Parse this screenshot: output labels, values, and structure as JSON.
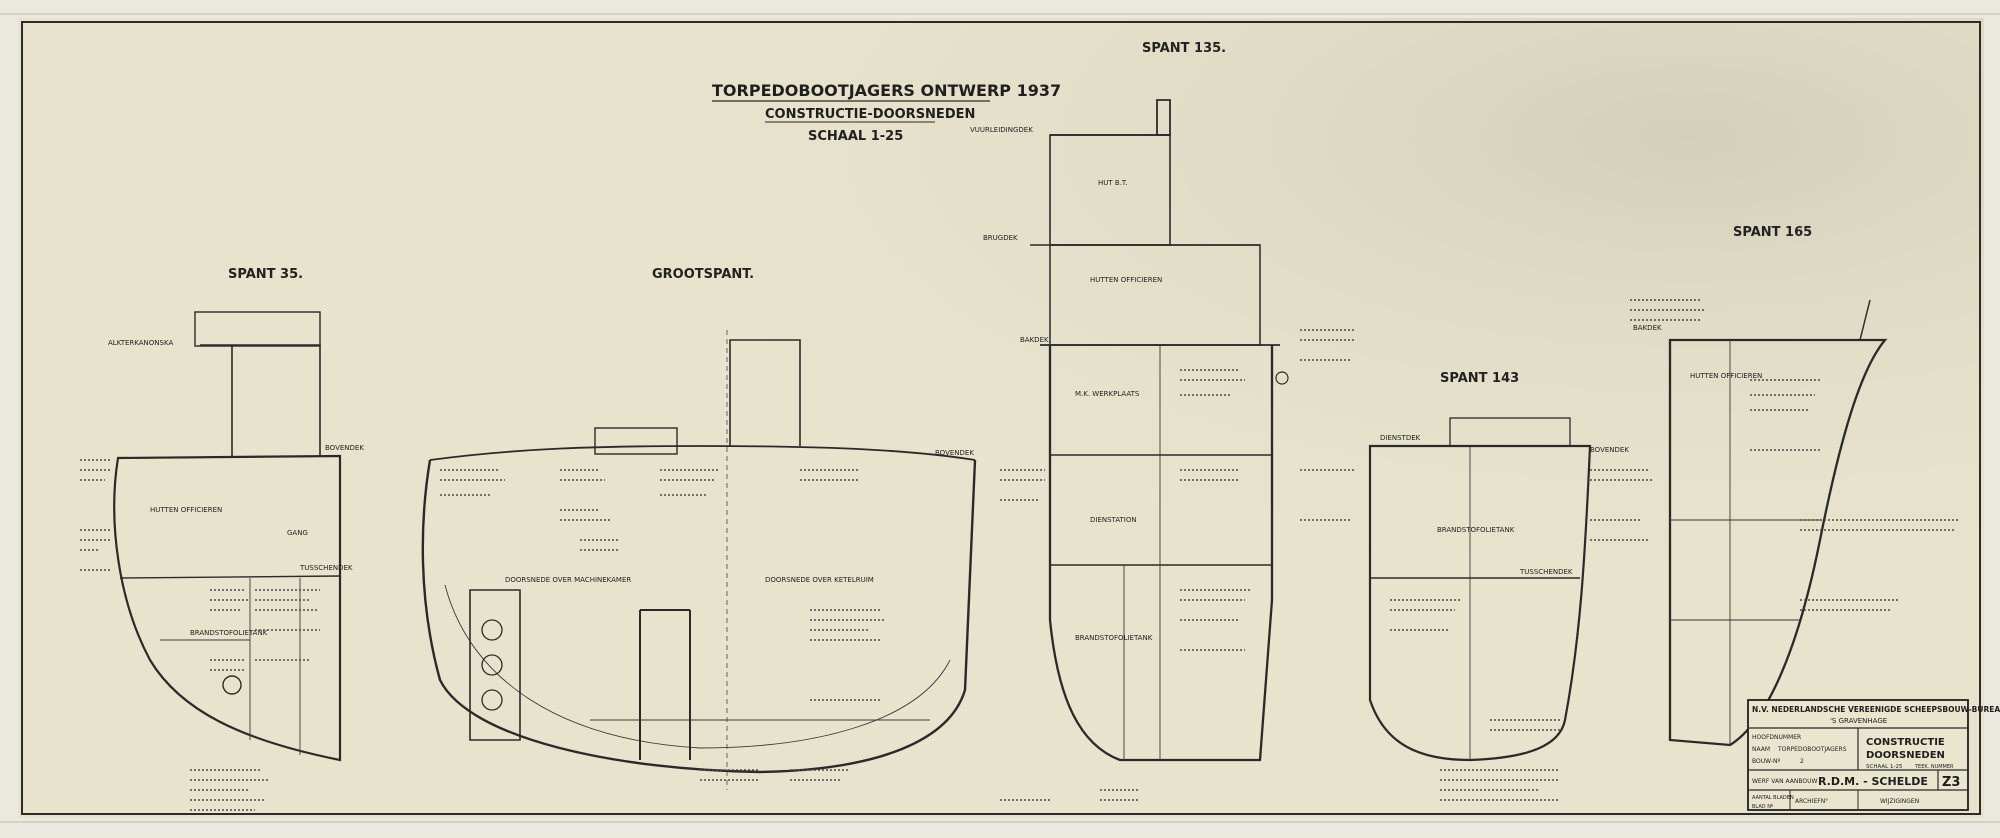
{
  "drawing": {
    "title": "TORPEDOBOOTJAGERS ONTWERP 1937",
    "subtitle": "CONSTRUCTIE-DOORSNEDEN",
    "scale": "SCHAAL 1-25"
  },
  "sections": {
    "spant35": "SPANT 35.",
    "grootspant": "GROOTSPANT.",
    "spant135": "SPANT 135.",
    "spant143": "SPANT 143",
    "spant165": "SPANT 165"
  },
  "compartments": {
    "hut_bt": "HUT B.T.",
    "hutten_officieren": "HUTTEN OFFICIEREN",
    "mk_werkplaats": "M.K. WERKPLAATS",
    "dienstation": "DIENSTATION",
    "brandstoftank": "BRANDSTOFOLIETANK",
    "doorsnede_machinekamer": "DOORSNEDE OVER MACHINEKAMER",
    "doorsnede_ketelruim": "DOORSNEDE OVER KETELRUIM",
    "hutten_officieren_aft": "HUTTEN OFFICIEREN",
    "bovendek": "BOVENDEK",
    "tusschendek": "TUSSCHENDEK",
    "brugdek": "BRUGDEK",
    "vuurleidingdek": "VUURLEIDINGDEK",
    "bakdek": "BAKDEK",
    "dienstdek": "DIENSTDEK",
    "gang": "GANG",
    "alkterkamer": "ALKTERKANONSKA"
  },
  "title_block": {
    "company": "N.V. NEDERLANDSCHE VEREENIGDE SCHEEPSBOUW-BUREAUX",
    "city": "'S GRAVENHAGE",
    "rows": [
      {
        "label": "HOOFDNUMMER",
        "value": ""
      },
      {
        "label": "NAAM",
        "value": "TORPEDOBOOTJAGERS"
      },
      {
        "label": "BOUW-Nº",
        "value": "2"
      }
    ],
    "drawing_name_1": "CONSTRUCTIE",
    "drawing_name_2": "DOORSNEDEN",
    "scale_label": "SCHAAL 1-25",
    "tek_label": "TEEK. NUMMER",
    "yard_label": "WERF VAN AANBOUW",
    "yard": "R.D.M. - SCHELDE",
    "sheet_number": "Z3",
    "aantal_bladen": "AANTAL BLADEN",
    "blad": "BLAD Nº",
    "archief": "ARCHIEFN°",
    "wijzigingen": "WIJZIGINGEN"
  },
  "colors": {
    "paper": "#e7e3cd",
    "ink": "#1f1f1f",
    "border": "#2b2b2b"
  }
}
